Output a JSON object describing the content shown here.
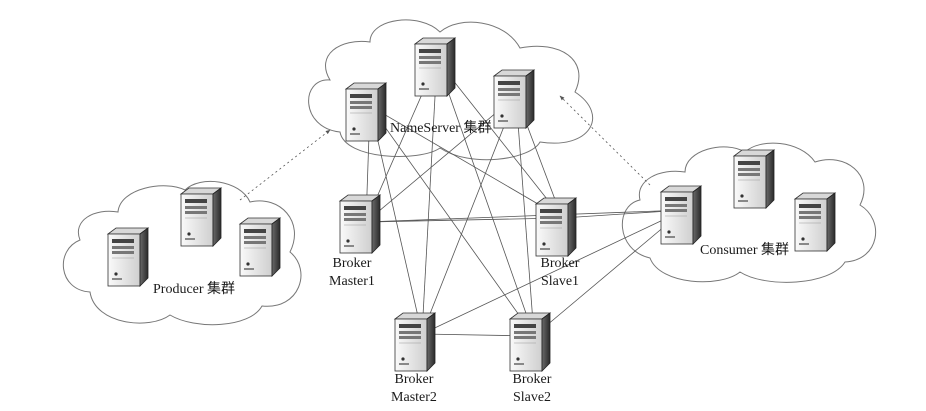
{
  "clusters": {
    "nameserver": "NameServer 集群",
    "producer": "Producer 集群",
    "consumer": "Consumer 集群"
  },
  "brokers": {
    "master1": [
      "Broker",
      "Master1"
    ],
    "slave1": [
      "Broker",
      "Slave1"
    ],
    "master2": [
      "Broker",
      "Master2"
    ],
    "slave2": [
      "Broker",
      "Slave2"
    ]
  },
  "colors": {
    "line": "#555555",
    "server_body": "#e8e8e8",
    "server_dark": "#2b2b2b"
  }
}
